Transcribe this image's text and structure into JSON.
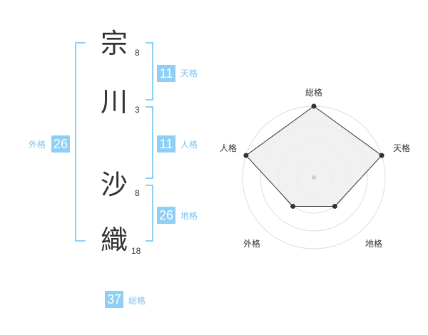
{
  "name": {
    "chars": [
      {
        "char": "宗",
        "strokes": "8"
      },
      {
        "char": "川",
        "strokes": "3"
      },
      {
        "char": "沙",
        "strokes": "8"
      },
      {
        "char": "織",
        "strokes": "18"
      }
    ]
  },
  "kaku": {
    "tenkaku": {
      "value": "11",
      "label": "天格"
    },
    "jinkaku": {
      "value": "11",
      "label": "人格"
    },
    "chikaku": {
      "value": "26",
      "label": "地格"
    },
    "gaikaku": {
      "value": "26",
      "label": "外格"
    },
    "soukaku": {
      "value": "37",
      "label": "総格"
    }
  },
  "radar": {
    "axes": [
      "総格",
      "天格",
      "地格",
      "外格",
      "人格"
    ],
    "levels": 4,
    "values": [
      4,
      4,
      2,
      2,
      4
    ],
    "colors": {
      "fill": "#eeeeee",
      "stroke": "#333333",
      "ring": "#dddddd",
      "center": "#cccccc"
    }
  },
  "colors": {
    "bracket": "#8fcff5",
    "badge": "#8fcff5",
    "label": "#7cc3ef",
    "text": "#333333"
  }
}
